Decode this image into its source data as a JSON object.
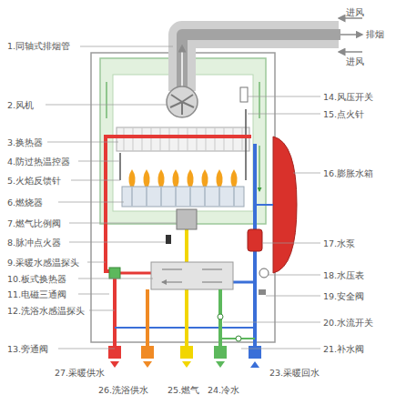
{
  "diagram": {
    "labels": [
      "进风",
      "排烟",
      "进风",
      "1.同轴式排烟管",
      "2.风机",
      "3.换热器",
      "4.防过热温控器",
      "5.火焰反馈针",
      "6.燃烧器",
      "7.燃气比例阀",
      "8.脉冲点火器",
      "9.采暖水感温探头",
      "10.板式换热器",
      "11.电磁三通阀",
      "12.洗浴水感温探头",
      "13.旁通阀",
      "14.风压开关",
      "15.点火针",
      "16.膨胀水箱",
      "17.水泵",
      "18.水压表",
      "19.安全阀",
      "20.水流开关",
      "21.补水阀",
      "27.采暖供水",
      "23.采暖回水",
      "26.洗浴供水",
      "25.燃气",
      "24.冷水"
    ]
  }
}
